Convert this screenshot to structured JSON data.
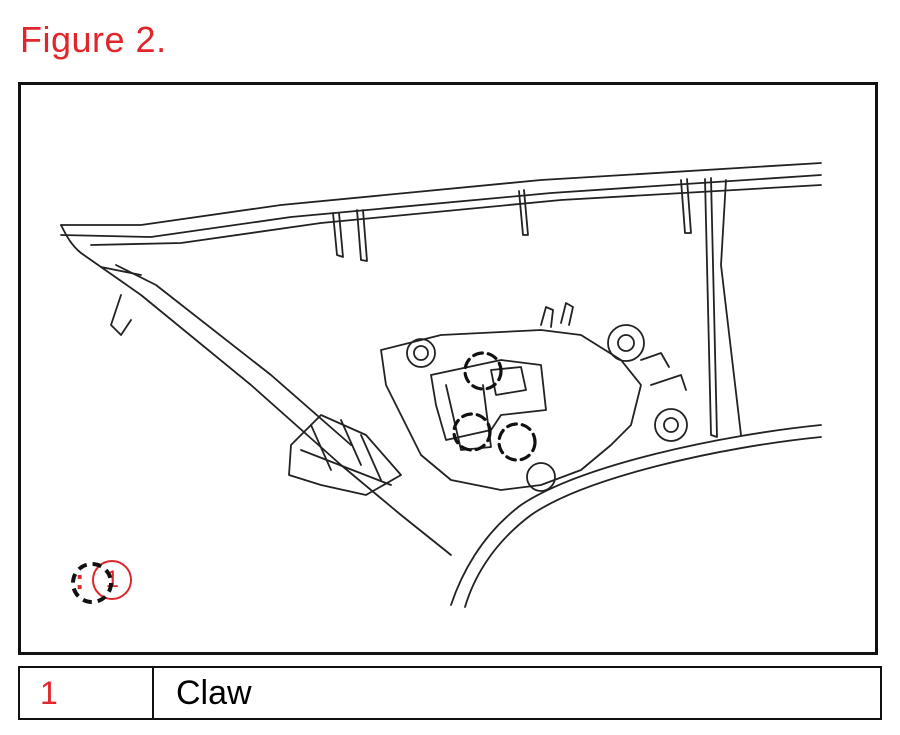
{
  "figure": {
    "title": "Figure 2.",
    "legend": {
      "symbol": "dashed-circle-icon",
      "colon": ":",
      "number": "1"
    }
  },
  "parts": [
    {
      "number": "1",
      "name": "Claw"
    }
  ],
  "colors": {
    "accent": "#e0262b",
    "line": "#111111"
  }
}
